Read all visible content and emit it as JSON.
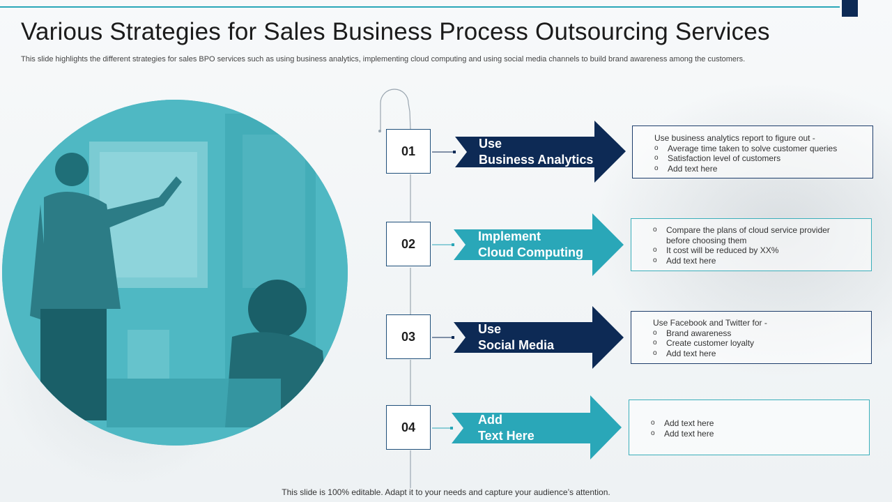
{
  "title": "Various Strategies for Sales Business Process Outsourcing Services",
  "subtitle": "This slide highlights the different strategies for sales BPO services such as using business analytics, implementing cloud computing and using social media channels to build brand awareness among the customers.",
  "colors": {
    "navy": "#0d2a55",
    "teal": "#2aa7b8",
    "photo_tint": "#49b5c1"
  },
  "steps": [
    {
      "number": "01",
      "label": "Use\nBusiness Analytics",
      "color": "navy",
      "lead": "Use business analytics report to figure out -",
      "bullets": [
        "Average time taken to solve customer queries",
        "Satisfaction level of customers",
        "Add text here"
      ]
    },
    {
      "number": "02",
      "label": "Implement\nCloud Computing",
      "color": "teal",
      "lead": "",
      "bullets": [
        "Compare the plans of cloud service provider before choosing them",
        "It cost will be reduced by XX%",
        "Add text here"
      ]
    },
    {
      "number": "03",
      "label": "Use\nSocial Media",
      "color": "navy",
      "lead": "Use Facebook and Twitter for -",
      "bullets": [
        "Brand awareness",
        "Create customer loyalty",
        "Add text here"
      ]
    },
    {
      "number": "04",
      "label": "Add\nText Here",
      "color": "teal",
      "lead": "",
      "bullets": [
        "Add text here",
        "Add text here"
      ]
    }
  ],
  "bullet_glyph": "o",
  "footer": "This slide is 100% editable. Adapt it to your needs and capture your audience’s attention."
}
